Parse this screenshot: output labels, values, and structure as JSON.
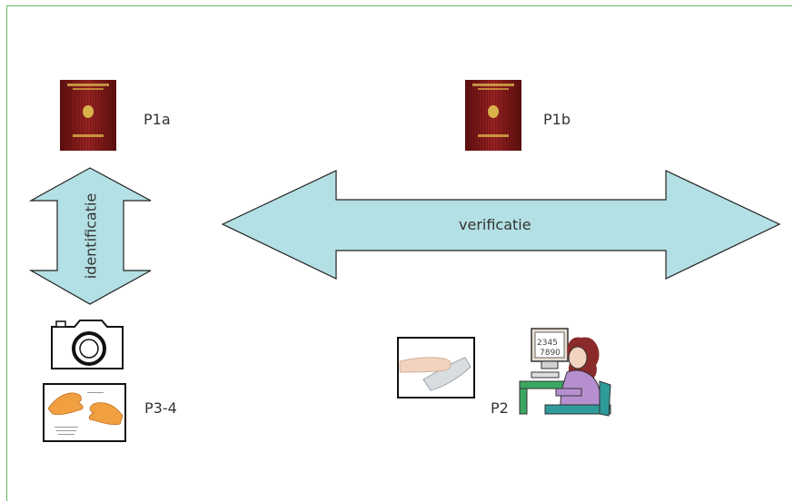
{
  "labels": {
    "p1a": "P1a",
    "p1b": "P1b",
    "p2": "P2",
    "p34": "P3-4",
    "identificatie": "identificatie",
    "verificatie": "verificatie"
  },
  "icons": {
    "passport_left": "passport-icon",
    "passport_right": "passport-icon",
    "camera": "camera-icon",
    "fingerprint_card": "fingerprint-card-icon",
    "fingerprint_scanner": "fingerprint-scanner-icon",
    "operator": "computer-operator-icon"
  },
  "colors": {
    "frame": "#63b663",
    "arrow_fill": "#b3e0e4",
    "arrow_stroke": "#222222",
    "passport": "#8b1a1a",
    "hand": "#f0a040"
  }
}
